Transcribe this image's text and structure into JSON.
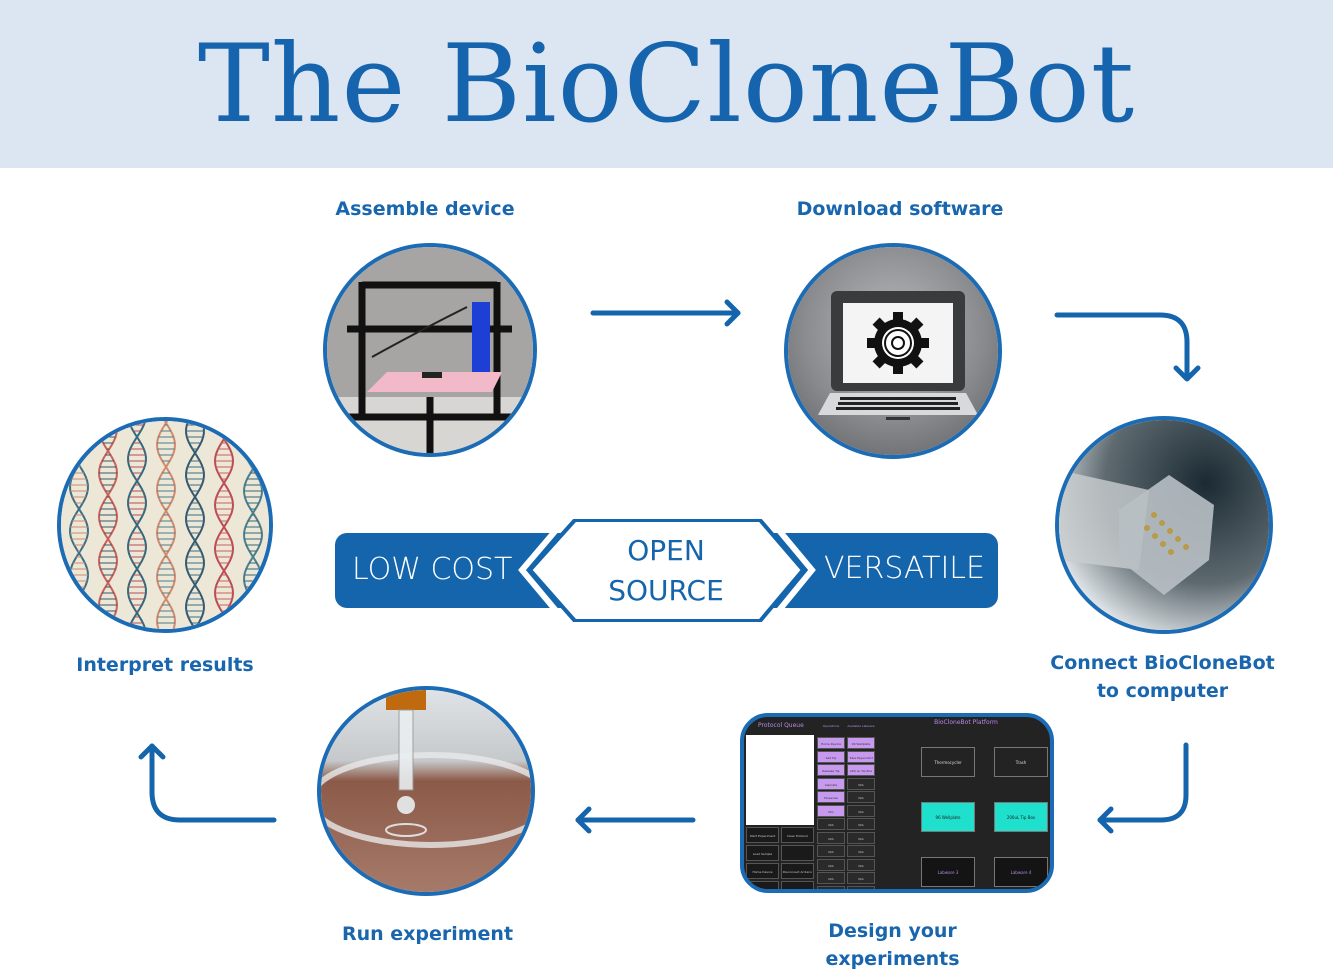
{
  "header": {
    "title": "The BioCloneBot"
  },
  "steps": [
    {
      "label": "Assemble device",
      "image": "3d-printer-gantry-photo"
    },
    {
      "label": "Download software",
      "image": "laptop-gear-icon"
    },
    {
      "label": "Connect BioCloneBot\nto computer",
      "line1": "Connect BioCloneBot",
      "line2": "to computer",
      "image": "ethernet-connector-photo"
    },
    {
      "label": "Design your\nexperiments",
      "line1": "Design your",
      "line2": "experiments",
      "image": "software-interface-screenshot"
    },
    {
      "label": "Run experiment",
      "image": "pipette-droplet-photo"
    },
    {
      "label": "Interpret results",
      "image": "dna-helix-illustration"
    }
  ],
  "features": {
    "left": "LOW COST",
    "center_line1": "OPEN",
    "center_line2": "SOURCE",
    "right": "VERSATILE"
  },
  "software": {
    "queue_title": "Protocol Queue",
    "operations_header": "Operations",
    "labware_header": "Available Labware",
    "platform_title": "BioCloneBot Platform",
    "operations": [
      "Home Device",
      "Get Tip",
      "Release Tip",
      "Aspirate",
      "Dispense",
      "Mix",
      "N/A",
      "N/A",
      "N/A",
      "N/A",
      "N/A",
      "N/A"
    ],
    "labware": [
      "96 Wellplate",
      "Tube Eppendorf Rack",
      "200 uL Tip Box",
      "N/A",
      "N/A",
      "N/A",
      "N/A",
      "N/A",
      "N/A",
      "N/A",
      "N/A",
      "N/A"
    ],
    "buttons": [
      "Start Experiment",
      "Clear Protocol",
      "Load Sample Experiment",
      "",
      "Home Device",
      "Disconnect Arduino",
      "Load",
      "Load Protocol"
    ],
    "tiles": [
      "Thermocycler",
      "Trash",
      "96 Wellplate",
      "200uL Tip Box",
      "Labware 3",
      "Labware 4"
    ]
  },
  "colors": {
    "brand_blue": "#1565ad",
    "header_bg": "#dbe6f2",
    "teal": "#1fe0cc",
    "purple": "#c79af0"
  }
}
